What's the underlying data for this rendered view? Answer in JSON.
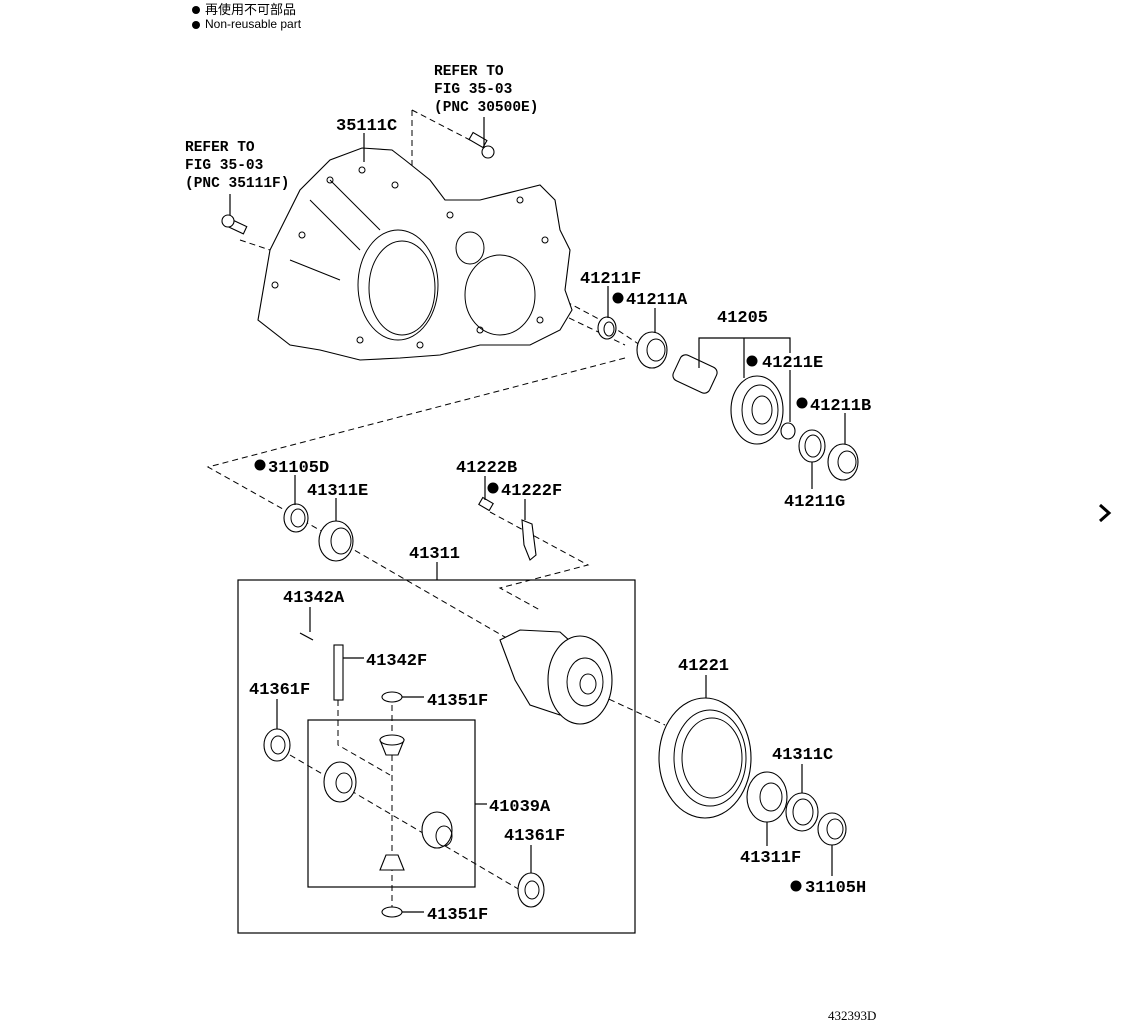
{
  "legend": {
    "marker_icon": "filled-circle-icon",
    "line_jp": "再使用不可部品",
    "line_en": "Non-reusable part"
  },
  "references": [
    {
      "line1": "REFER TO",
      "line2": "FIG 35-03",
      "line3": "(PNC 30500E)"
    },
    {
      "line1": "REFER TO",
      "line2": "FIG 35-03",
      "line3": "(PNC 35111F)"
    }
  ],
  "parts": {
    "p35111C": {
      "pnc": "35111C",
      "non_reusable": false
    },
    "p41211F": {
      "pnc": "41211F",
      "non_reusable": false
    },
    "p41211A": {
      "pnc": "41211A",
      "non_reusable": true
    },
    "p41205": {
      "pnc": "41205",
      "non_reusable": false
    },
    "p41211E": {
      "pnc": "41211E",
      "non_reusable": true
    },
    "p41211B": {
      "pnc": "41211B",
      "non_reusable": true
    },
    "p41211G": {
      "pnc": "41211G",
      "non_reusable": false
    },
    "p31105D": {
      "pnc": "31105D",
      "non_reusable": true
    },
    "p41311E": {
      "pnc": "41311E",
      "non_reusable": false
    },
    "p41222B": {
      "pnc": "41222B",
      "non_reusable": false
    },
    "p41222F": {
      "pnc": "41222F",
      "non_reusable": true
    },
    "p41311": {
      "pnc": "41311",
      "non_reusable": false
    },
    "p41342A": {
      "pnc": "41342A",
      "non_reusable": false
    },
    "p41342F": {
      "pnc": "41342F",
      "non_reusable": false
    },
    "p41361F_a": {
      "pnc": "41361F",
      "non_reusable": false
    },
    "p41351F_a": {
      "pnc": "41351F",
      "non_reusable": false
    },
    "p41039A": {
      "pnc": "41039A",
      "non_reusable": false
    },
    "p41361F_b": {
      "pnc": "41361F",
      "non_reusable": false
    },
    "p41351F_b": {
      "pnc": "41351F",
      "non_reusable": false
    },
    "p41221": {
      "pnc": "41221",
      "non_reusable": false
    },
    "p41311C": {
      "pnc": "41311C",
      "non_reusable": false
    },
    "p41311F": {
      "pnc": "41311F",
      "non_reusable": false
    },
    "p31105H": {
      "pnc": "31105H",
      "non_reusable": true
    }
  },
  "figure_id": "432393D",
  "navigation": {
    "next_icon": "chevron-right-icon"
  }
}
